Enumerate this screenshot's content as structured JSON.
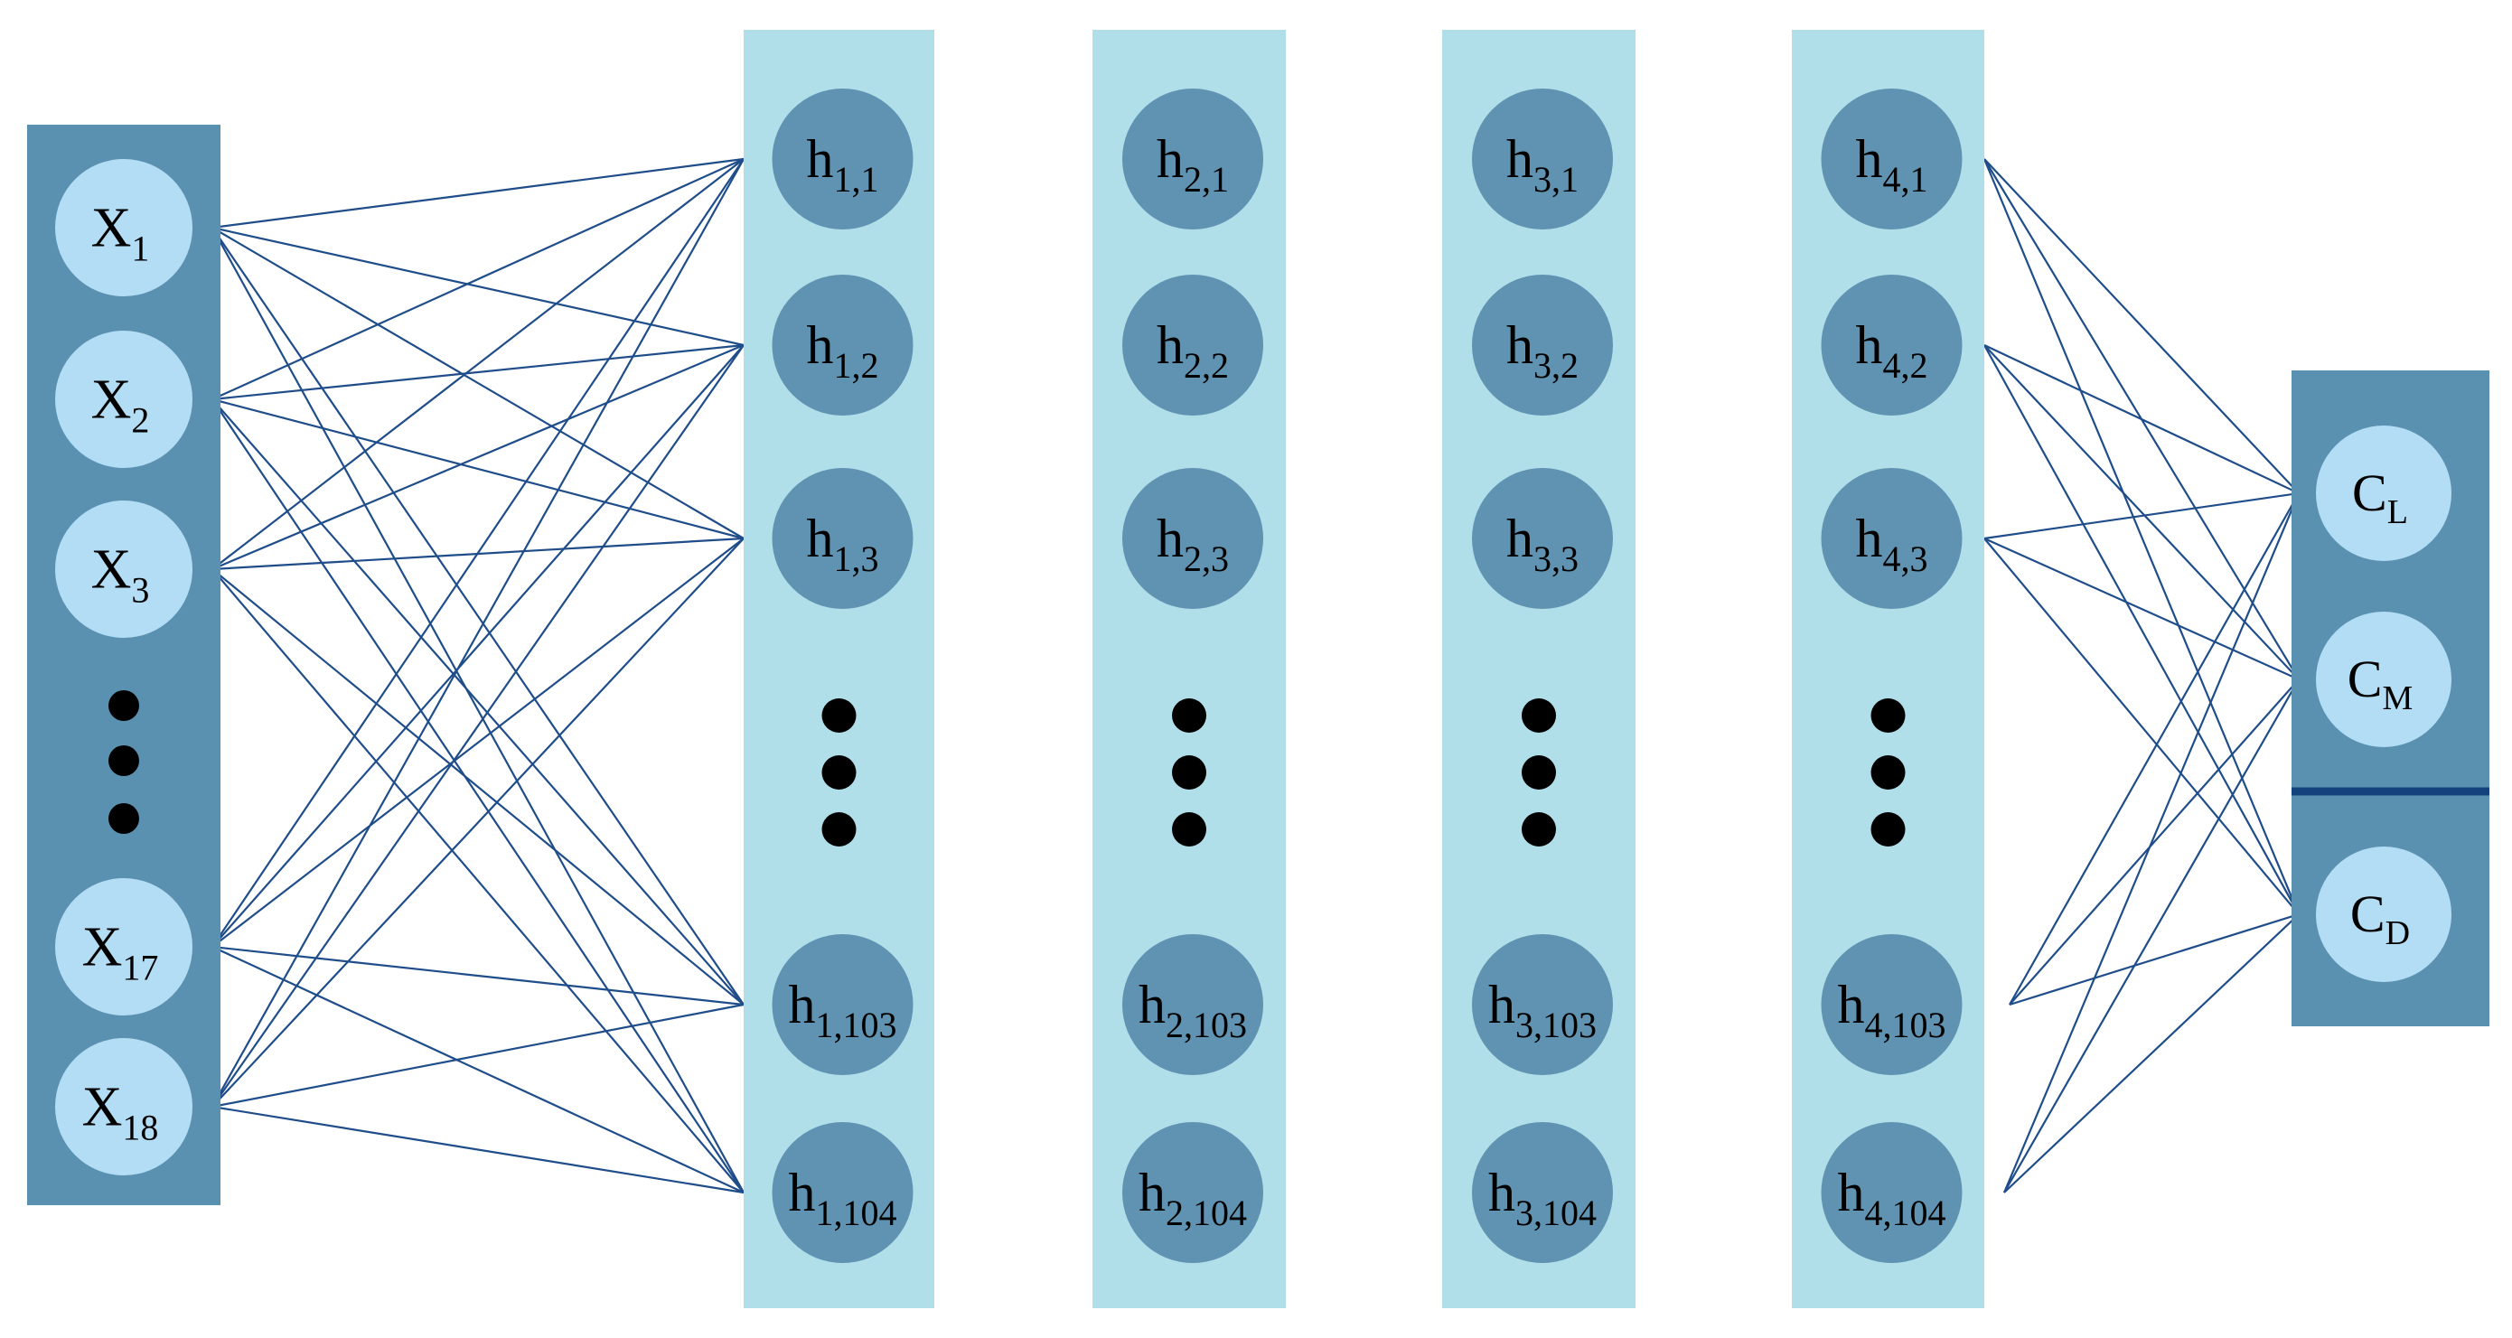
{
  "diagram": {
    "type": "neural-network",
    "colors": {
      "input_panel": "#5b91b0",
      "input_node": "#b2ddf4",
      "hidden_panel": "#b0dfea",
      "hidden_node": "#5f93b1",
      "output_panel": "#5b91b0",
      "output_node": "#b2ddf4",
      "edge": "#1f4d8a",
      "divider": "#13427c",
      "ellipsis_dot": "#000000"
    },
    "input_layer": {
      "nodes": [
        {
          "base": "X",
          "sub": "1"
        },
        {
          "base": "X",
          "sub": "2"
        },
        {
          "base": "X",
          "sub": "3"
        },
        {
          "base": "X",
          "sub": "17"
        },
        {
          "base": "X",
          "sub": "18"
        }
      ]
    },
    "hidden_layers": [
      {
        "nodes": [
          {
            "base": "h",
            "sub": "1,1"
          },
          {
            "base": "h",
            "sub": "1,2"
          },
          {
            "base": "h",
            "sub": "1,3"
          },
          {
            "base": "h",
            "sub": "1,103"
          },
          {
            "base": "h",
            "sub": "1,104"
          }
        ]
      },
      {
        "nodes": [
          {
            "base": "h",
            "sub": "2,1"
          },
          {
            "base": "h",
            "sub": "2,2"
          },
          {
            "base": "h",
            "sub": "2,3"
          },
          {
            "base": "h",
            "sub": "2,103"
          },
          {
            "base": "h",
            "sub": "2,104"
          }
        ]
      },
      {
        "nodes": [
          {
            "base": "h",
            "sub": "3,1"
          },
          {
            "base": "h",
            "sub": "3,2"
          },
          {
            "base": "h",
            "sub": "3,3"
          },
          {
            "base": "h",
            "sub": "3,103"
          },
          {
            "base": "h",
            "sub": "3,104"
          }
        ]
      },
      {
        "nodes": [
          {
            "base": "h",
            "sub": "4,1"
          },
          {
            "base": "h",
            "sub": "4,2"
          },
          {
            "base": "h",
            "sub": "4,3"
          },
          {
            "base": "h",
            "sub": "4,103"
          },
          {
            "base": "h",
            "sub": "4,104"
          }
        ]
      }
    ],
    "output_layer": {
      "nodes": [
        {
          "base": "C",
          "sub": "L"
        },
        {
          "base": "C",
          "sub": "M"
        },
        {
          "base": "C",
          "sub": "D"
        }
      ]
    },
    "connections": {
      "input_to_hidden1": "all-to-all",
      "hidden4_to_output": "all-to-all"
    }
  }
}
